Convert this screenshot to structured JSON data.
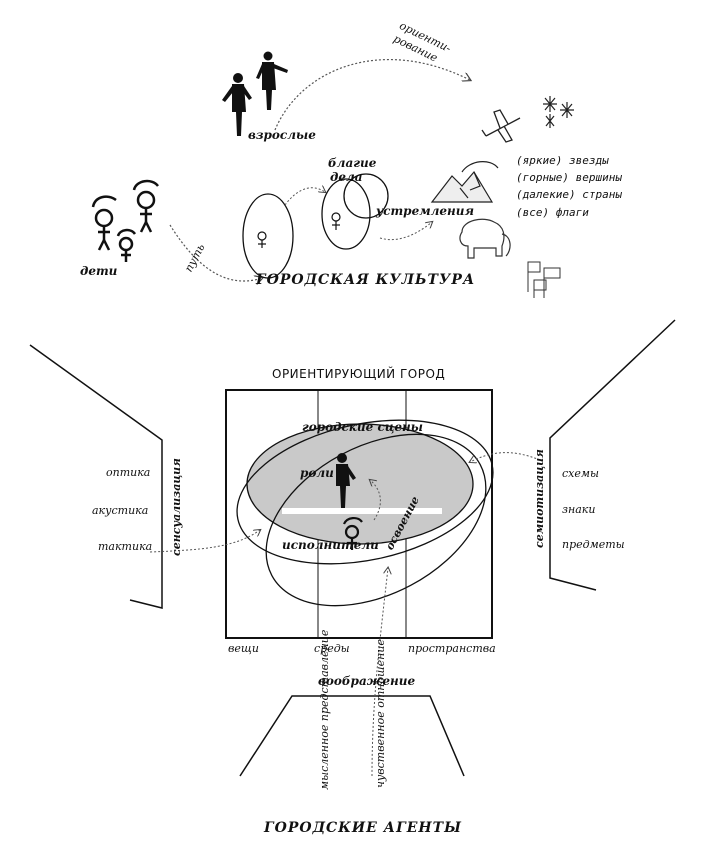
{
  "top": {
    "title": "ГОРОДСКАЯ КУЛЬТУРА",
    "adults": "взрослые",
    "children": "дети",
    "path": "путь",
    "orientation_1": "ориенти-",
    "orientation_2": "рование",
    "good_deeds_1": "благие",
    "good_deeds_2": "дела",
    "aspirations": "устремления",
    "aims": [
      "(яркие) звезды",
      "(горные) вершины",
      "(далекие) страны",
      "(все) флаги"
    ]
  },
  "middle": {
    "title": "ОРИЕНТИРУЮЩИЙ ГОРОД",
    "city_scenes": "городские сцены",
    "roles": "роли",
    "performers": "исполнители",
    "mastery": "освоение",
    "bottom_axis": [
      "вещи",
      "среды",
      "пространства"
    ],
    "left_panel": {
      "label": "сенсуализация",
      "items": [
        "оптика",
        "акустика",
        "тактика"
      ]
    },
    "right_panel": {
      "label": "семиотизация",
      "items": [
        "схемы",
        "знаки",
        "предметы"
      ]
    },
    "imagination": "воображение",
    "bottom_panel": {
      "item_1": "мысленное представление",
      "item_2": "чувственное отношение"
    }
  },
  "bottom": {
    "title": "ГОРОДСКИЕ АГЕНТЫ"
  }
}
